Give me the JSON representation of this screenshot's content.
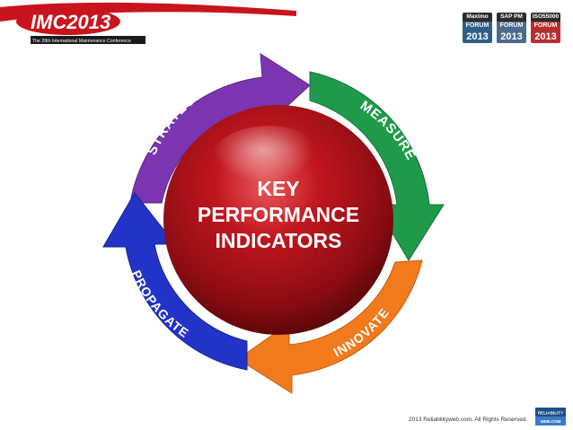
{
  "header": {
    "conference_logo_text": "IMC2013",
    "conference_tagline": "The 28th International Maintenance Conference",
    "forums": [
      {
        "top": "Maximo",
        "mid": "FORUM",
        "year": "2013"
      },
      {
        "top": "SAP PM",
        "mid": "FORUM",
        "year": "2013"
      },
      {
        "top": "ISO55000",
        "mid": "FORUM",
        "year": "2013"
      }
    ]
  },
  "diagram": {
    "center_lines": [
      "KEY",
      "PERFORMANCE",
      "INDICATORS"
    ],
    "stages": [
      {
        "label": "STRATEGIZE",
        "color": "#7b35b0"
      },
      {
        "label": "MEASURE",
        "color": "#1f9a4a"
      },
      {
        "label": "INNOVATE",
        "color": "#f07a1c"
      },
      {
        "label": "PROPAGATE",
        "color": "#2233c8"
      }
    ],
    "center_color": "#b5121b"
  },
  "footer": {
    "copyright": "2013 Reliabilityweb.com. All Rights Reserved.",
    "logo_text": [
      "RELIABILITY",
      "WEB.COM"
    ]
  }
}
